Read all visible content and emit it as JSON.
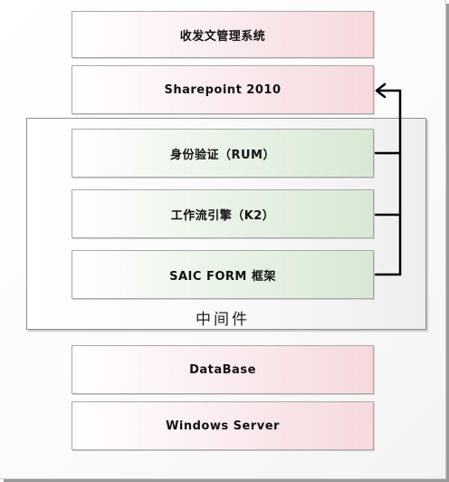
{
  "layers": {
    "top_system": "收发文管理系统",
    "sharepoint": "Sharepoint 2010",
    "middleware": {
      "label": "中间件",
      "components": [
        "身份验证（RUM）",
        "工作流引擎（K2）",
        "SAIC FORM 框架"
      ]
    },
    "database": "DataBase",
    "os": "Windows Server"
  },
  "colors": {
    "top_fill": "#f5d9dd",
    "middleware_fill": "#d7e9d3",
    "connector": "#000000"
  }
}
